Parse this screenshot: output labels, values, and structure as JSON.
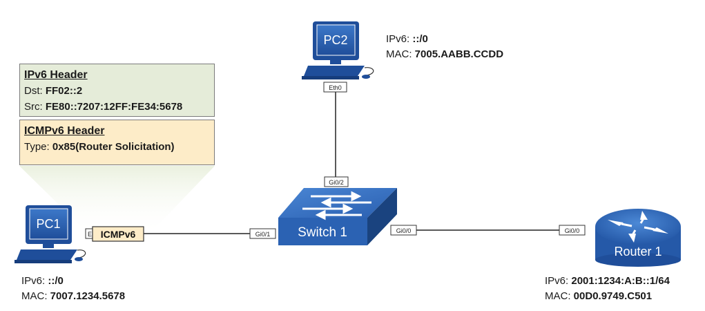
{
  "devices": {
    "pc1": {
      "label": "PC1",
      "ipv6_key": "IPv6:",
      "ipv6_value": "::/0",
      "mac_key": "MAC:",
      "mac_value": "7007.1234.5678"
    },
    "pc2": {
      "label": "PC2",
      "ipv6_key": "IPv6:",
      "ipv6_value": "::/0",
      "mac_key": "MAC:",
      "mac_value": "7005.AABB.CCDD"
    },
    "switch1": {
      "label": "Switch 1"
    },
    "router1": {
      "label": "Router 1",
      "ipv6_key": "IPv6:",
      "ipv6_value": "2001:1234:A:B::1/64",
      "mac_key": "MAC:",
      "mac_value": "00D0.9749.C501"
    }
  },
  "ports": {
    "pc1_port": "E",
    "pc2_eth0": "Eth0",
    "sw_gi02": "Gi0/2",
    "sw_gi01": "Gi0/1",
    "sw_gi00": "Gi0/0",
    "router_gi00": "Gi0/0"
  },
  "packet": {
    "label": "ICMPv6",
    "ipv6_header": {
      "title": "IPv6 Header",
      "dst_key": "Dst:",
      "dst_value": "FF02::2",
      "src_key": "Src:",
      "src_value": "FE80::7207:12FF:FE34:5678"
    },
    "icmpv6_header": {
      "title": "ICMPv6 Header",
      "type_key": "Type:",
      "type_value": "0x85(Router Solicitation)"
    }
  },
  "colors": {
    "device_blue": "#1f4e9a",
    "ipv6_header_bg": "#e5ecd9",
    "icmpv6_header_bg": "#fdecc8",
    "callout_bg": "#eef3e3"
  }
}
